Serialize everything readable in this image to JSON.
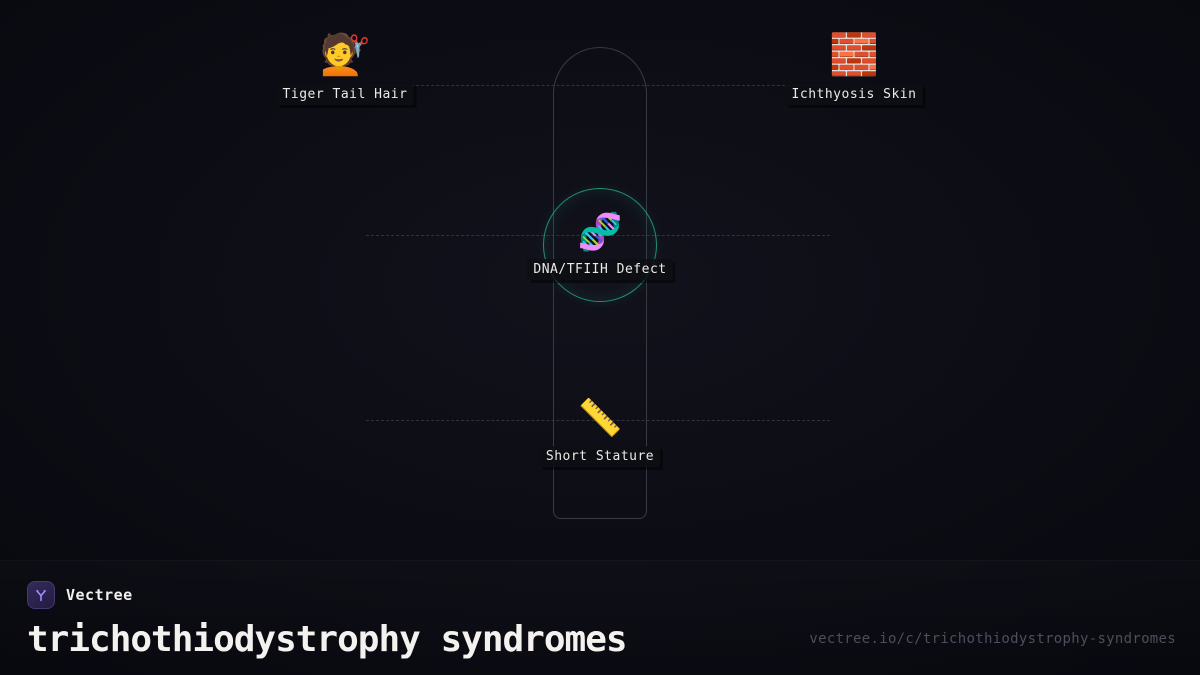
{
  "diagram": {
    "nodes": [
      {
        "id": "tiger-tail-hair",
        "label": "Tiger Tail Hair",
        "icon": "💇"
      },
      {
        "id": "ichthyosis-skin",
        "label": "Ichthyosis Skin",
        "icon": "🧱"
      },
      {
        "id": "dna-tfiih-defect",
        "label": "DNA/TFIIH Defect",
        "icon": "🧬"
      },
      {
        "id": "short-stature",
        "label": "Short Stature",
        "icon": "📏"
      }
    ]
  },
  "footer": {
    "brand": "Vectree",
    "title": "trichothiodystrophy syndromes",
    "url": "vectree.io/c/trichothiodystrophy-syndromes"
  },
  "colors": {
    "background": "#0c0c14",
    "accent_teal": "#2dd4a0",
    "brand_purple": "#a78bfa",
    "line_gray": "#3f3f49"
  }
}
